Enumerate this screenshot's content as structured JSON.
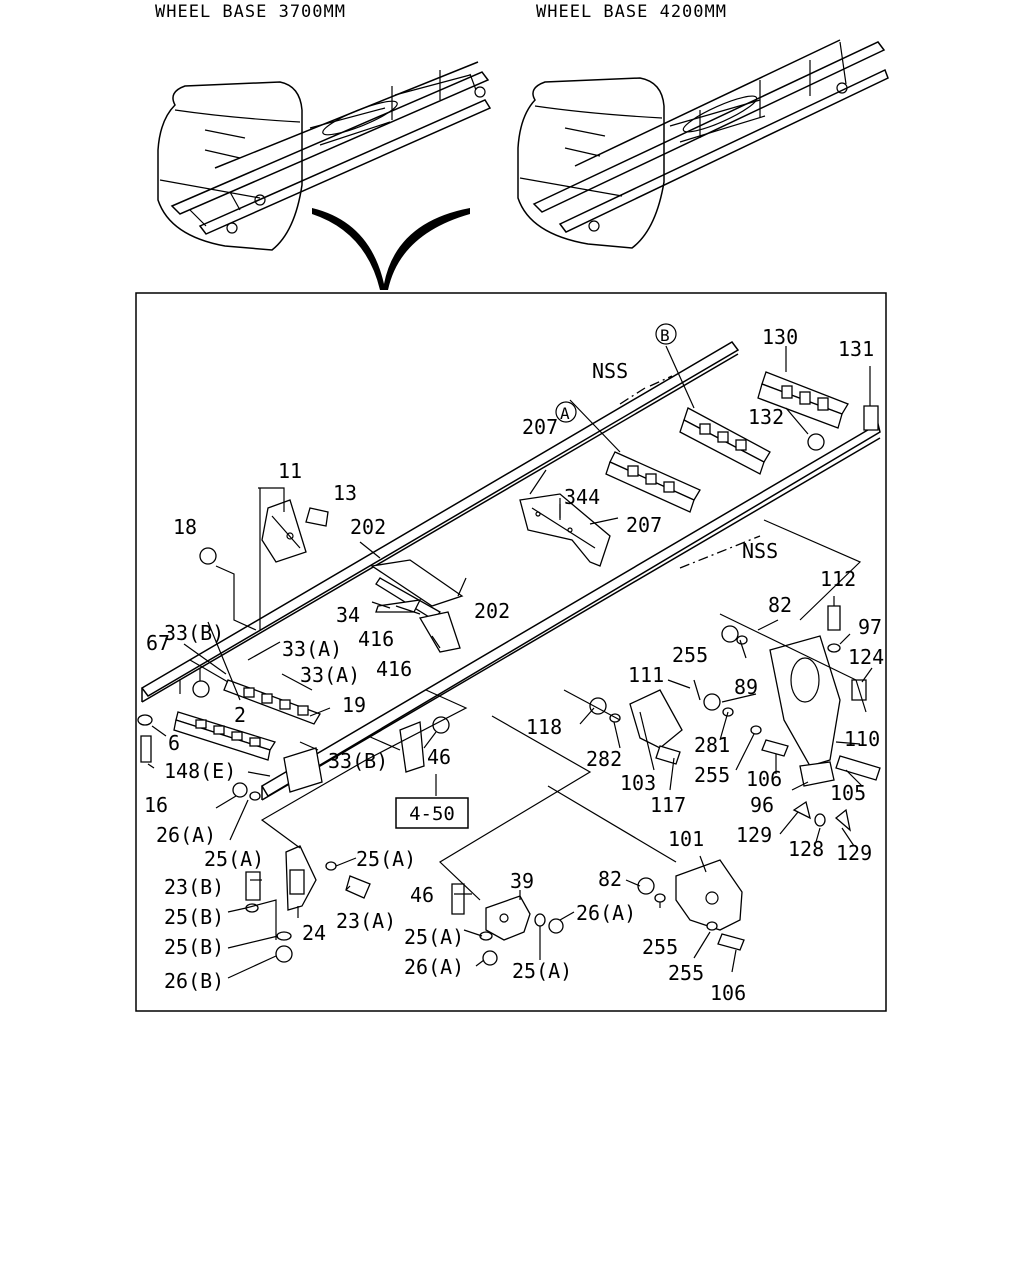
{
  "headers": {
    "left": "WHEEL BASE 3700MM",
    "right": "WHEEL BASE 4200MM"
  },
  "labels": {
    "l11": "11",
    "l13": "13",
    "l18": "18",
    "l202a": "202",
    "l202b": "202",
    "l207a": "207",
    "l207b": "207",
    "l344": "344",
    "l34": "34",
    "l416a": "416",
    "l416b": "416",
    "l33b1": "33(B)",
    "l33a1": "33(A)",
    "l33a2": "33(A)",
    "l33b2": "33(B)",
    "l19": "19",
    "l67": "67",
    "l2": "2",
    "l6": "6",
    "l16": "16",
    "l148e": "148(E)",
    "l26a1": "26(A)",
    "l25a1": "25(A)",
    "l25a2": "25(A)",
    "l23b": "23(B)",
    "l25b1": "25(B)",
    "l25b2": "25(B)",
    "l26b": "26(B)",
    "l24": "24",
    "l23a": "23(A)",
    "l46a": "46",
    "l46b": "46",
    "l39": "39",
    "l25a3": "25(A)",
    "l26a2": "26(A)",
    "l26a3": "26(A)",
    "l25a4": "25(A)",
    "lA": "A",
    "lB": "B",
    "lNSS1": "NSS",
    "lNSS2": "NSS",
    "l130": "130",
    "l131": "131",
    "l132": "132",
    "l112": "112",
    "l82a": "82",
    "l97": "97",
    "l124": "124",
    "l255a": "255",
    "l111": "111",
    "l89": "89",
    "l118": "118",
    "l282": "282",
    "l281": "281",
    "l103": "103",
    "l117": "117",
    "l255b": "255",
    "l106a": "106",
    "l110": "110",
    "l105": "105",
    "l96": "96",
    "l129a": "129",
    "l128": "128",
    "l129b": "129",
    "l101": "101",
    "l82b": "82",
    "l255c": "255",
    "l255d": "255",
    "l106b": "106"
  },
  "ref_box": "4-50"
}
